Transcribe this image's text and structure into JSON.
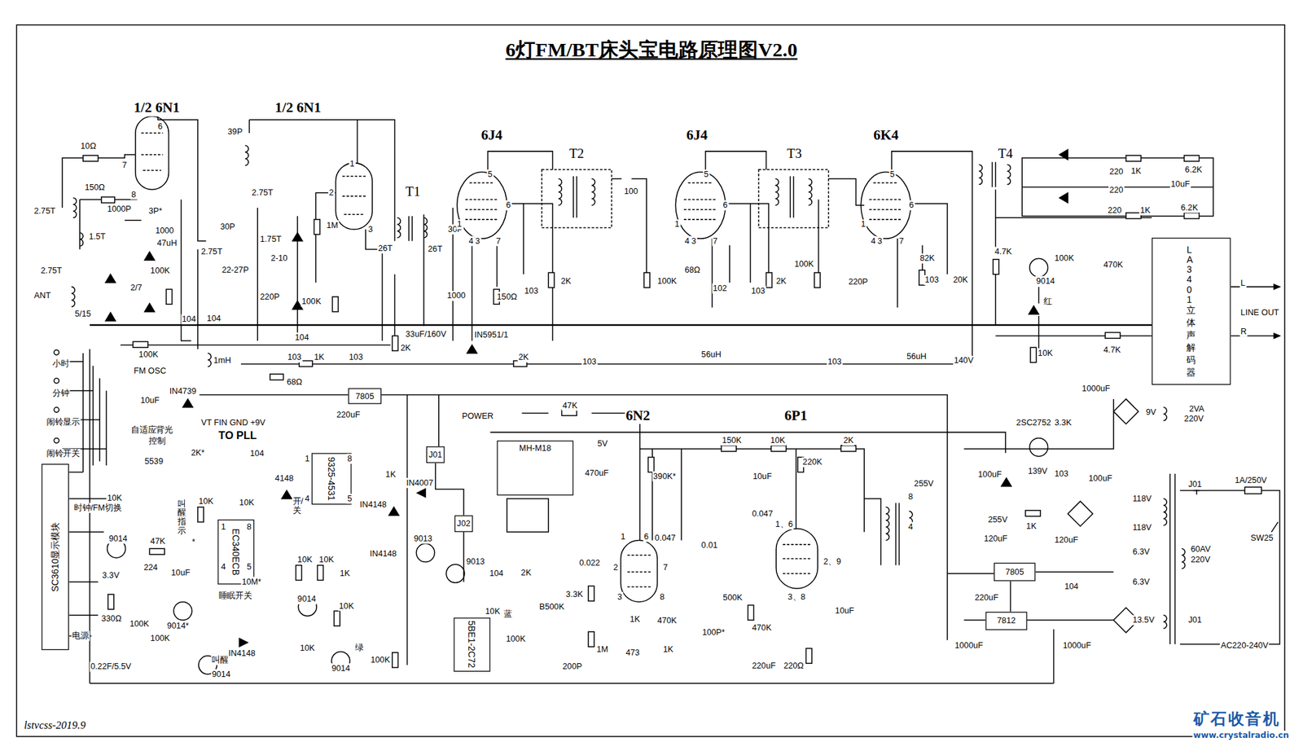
{
  "diagram": {
    "title": "6灯FM/BT床头宝电路原理图V2.0",
    "nodes": [
      {
        "text": [
          "SC3610显示模块"
        ]
      },
      {
        "text": [
          "7805"
        ]
      },
      {
        "text": [
          "9325-4531"
        ]
      },
      {
        "text": [
          "EC340ECB"
        ]
      },
      {
        "text": [
          "J01"
        ]
      },
      {
        "text": [
          "J02"
        ]
      },
      {
        "text": [
          "MH-M18"
        ]
      },
      {
        "text": [
          "5BE1-2C72"
        ]
      },
      {
        "text": [
          "LA3401立体声解码器"
        ]
      },
      {
        "text": [
          "7805"
        ]
      },
      {
        "text": [
          "7812"
        ]
      }
    ],
    "edges": [
      {
        "from": 9,
        "to": 10,
        "arrow": "none"
      },
      {
        "from": 4,
        "to": 5,
        "arrow": "none"
      }
    ],
    "labels": [
      "1/2 6N1",
      "1/2 6N1",
      "6J4",
      "6J4",
      "6K4",
      "T1",
      "T2",
      "T3",
      "T4",
      "6",
      "7",
      "8",
      "10Ω",
      "150Ω",
      "1000P",
      "3P*",
      "2.75T",
      "1.5T",
      "1000",
      "47uH",
      "100K",
      "2/7",
      "2.75T",
      "ANT",
      "5/15",
      "104",
      "104",
      "39P",
      "2.75T",
      "2.75T",
      "30P",
      "1.75T",
      "22-27P",
      "2-10",
      "220P",
      "100K",
      "104",
      "1M",
      "1",
      "2",
      "3",
      "26T",
      "26T",
      "30P",
      "100K",
      "FM OSC",
      "1mH",
      "103",
      "1K",
      "103",
      "68Ω",
      "2K",
      "33uF/160V",
      "1000",
      "150Ω",
      "IN5951/1",
      "103",
      "2K",
      "100",
      "2K",
      "103",
      "5",
      "6",
      "1",
      "4",
      "3",
      "7",
      "5",
      "6",
      "1",
      "4",
      "3",
      "7",
      "5",
      "6",
      "1",
      "4",
      "3",
      "7",
      "100K",
      "68Ω",
      "102",
      "103",
      "2K",
      "100K",
      "220P",
      "103",
      "56uH",
      "56uH",
      "140V",
      "82K",
      "103",
      "20K",
      "220",
      "1K",
      "6.2K",
      "10uF",
      "220",
      "220",
      "1K",
      "6.2K",
      "4.7K",
      "100K",
      "470K",
      "9014",
      "红",
      "10K",
      "4.7K",
      "L",
      "LINE OUT",
      "R",
      "小时",
      "分钟",
      "闹铃显示",
      "闹铃开关",
      "10uF",
      "IN4739",
      "自适应背光",
      "控制",
      "VT FIN GND +9V",
      "TO PLL",
      "220uF",
      "104",
      "4148",
      "1K",
      "IN4148",
      "开/关",
      "10K",
      "1",
      "8",
      "4",
      "5",
      "10M*",
      "睡眠开关",
      "1",
      "8",
      "4",
      "5",
      "5539",
      "2K*",
      "叫醒指示",
      "10K",
      "*",
      "9014",
      "47K",
      "3.3V",
      "224",
      "10uF",
      "330Ω",
      "100K",
      "9014*",
      "100K",
      "电源",
      "0.22F/5.5V",
      "叫醒",
      "9014",
      "IN4148",
      "时钟/FM切换",
      "10K",
      "10K",
      "10K",
      "1K",
      "9014",
      "10K",
      "10K",
      "绿",
      "9014",
      "100K",
      "IN4148",
      "9013",
      "9013",
      "POWER",
      "47K",
      "5V",
      "470uF",
      "IN4007",
      "104",
      "2K",
      "10K",
      "蓝",
      "B500K",
      "100K",
      "0.022",
      "3.3K",
      "1M",
      "200P",
      "6N2",
      "1",
      "6",
      "2",
      "7",
      "3",
      "8",
      "390K*",
      "0.047",
      "1K",
      "473",
      "470K",
      "1K",
      "0.01",
      "500K",
      "100P*",
      "6P1",
      "150K",
      "10uF",
      "10K",
      "220K",
      "2K",
      "0.047",
      "1、6",
      "2、9",
      "3、8",
      "470K",
      "10uF",
      "220uF",
      "220Ω",
      "255V",
      "8",
      "4",
      "1000uF",
      "9V",
      "2VA",
      "220V",
      "2SC2752",
      "3.3K",
      "100uF",
      "139V",
      "103",
      "100uF",
      "118V",
      "118V",
      "255V",
      "120uF",
      "1K",
      "120uF",
      "6.3V",
      "6.3V",
      "13.5V",
      "J01",
      "1A/250V",
      "SW25",
      "60AV",
      "220V",
      "J01",
      "AC220-240V",
      "104",
      "220uF",
      "1000uF",
      "1000uF",
      "lstvcss-2019.9",
      "矿石收音机",
      "www.crystalradio.cn"
    ]
  }
}
